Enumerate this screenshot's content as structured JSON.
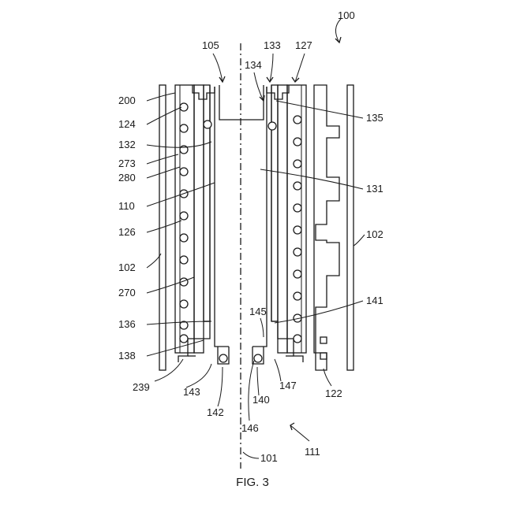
{
  "figure": {
    "caption": "FIG. 3",
    "labels": {
      "l100": "100",
      "l105": "105",
      "l133": "133",
      "l127": "127",
      "l134": "134",
      "l200": "200",
      "l135": "135",
      "l124": "124",
      "l132": "132",
      "l273": "273",
      "l280": "280",
      "l131": "131",
      "l110": "110",
      "l126": "126",
      "l102a": "102",
      "l102b": "102",
      "l270": "270",
      "l141": "141",
      "l145": "145",
      "l136": "136",
      "l138": "138",
      "l147": "147",
      "l239": "239",
      "l143": "143",
      "l140": "140",
      "l122": "122",
      "l142": "142",
      "l146": "146",
      "l111": "111",
      "l101": "101"
    }
  }
}
